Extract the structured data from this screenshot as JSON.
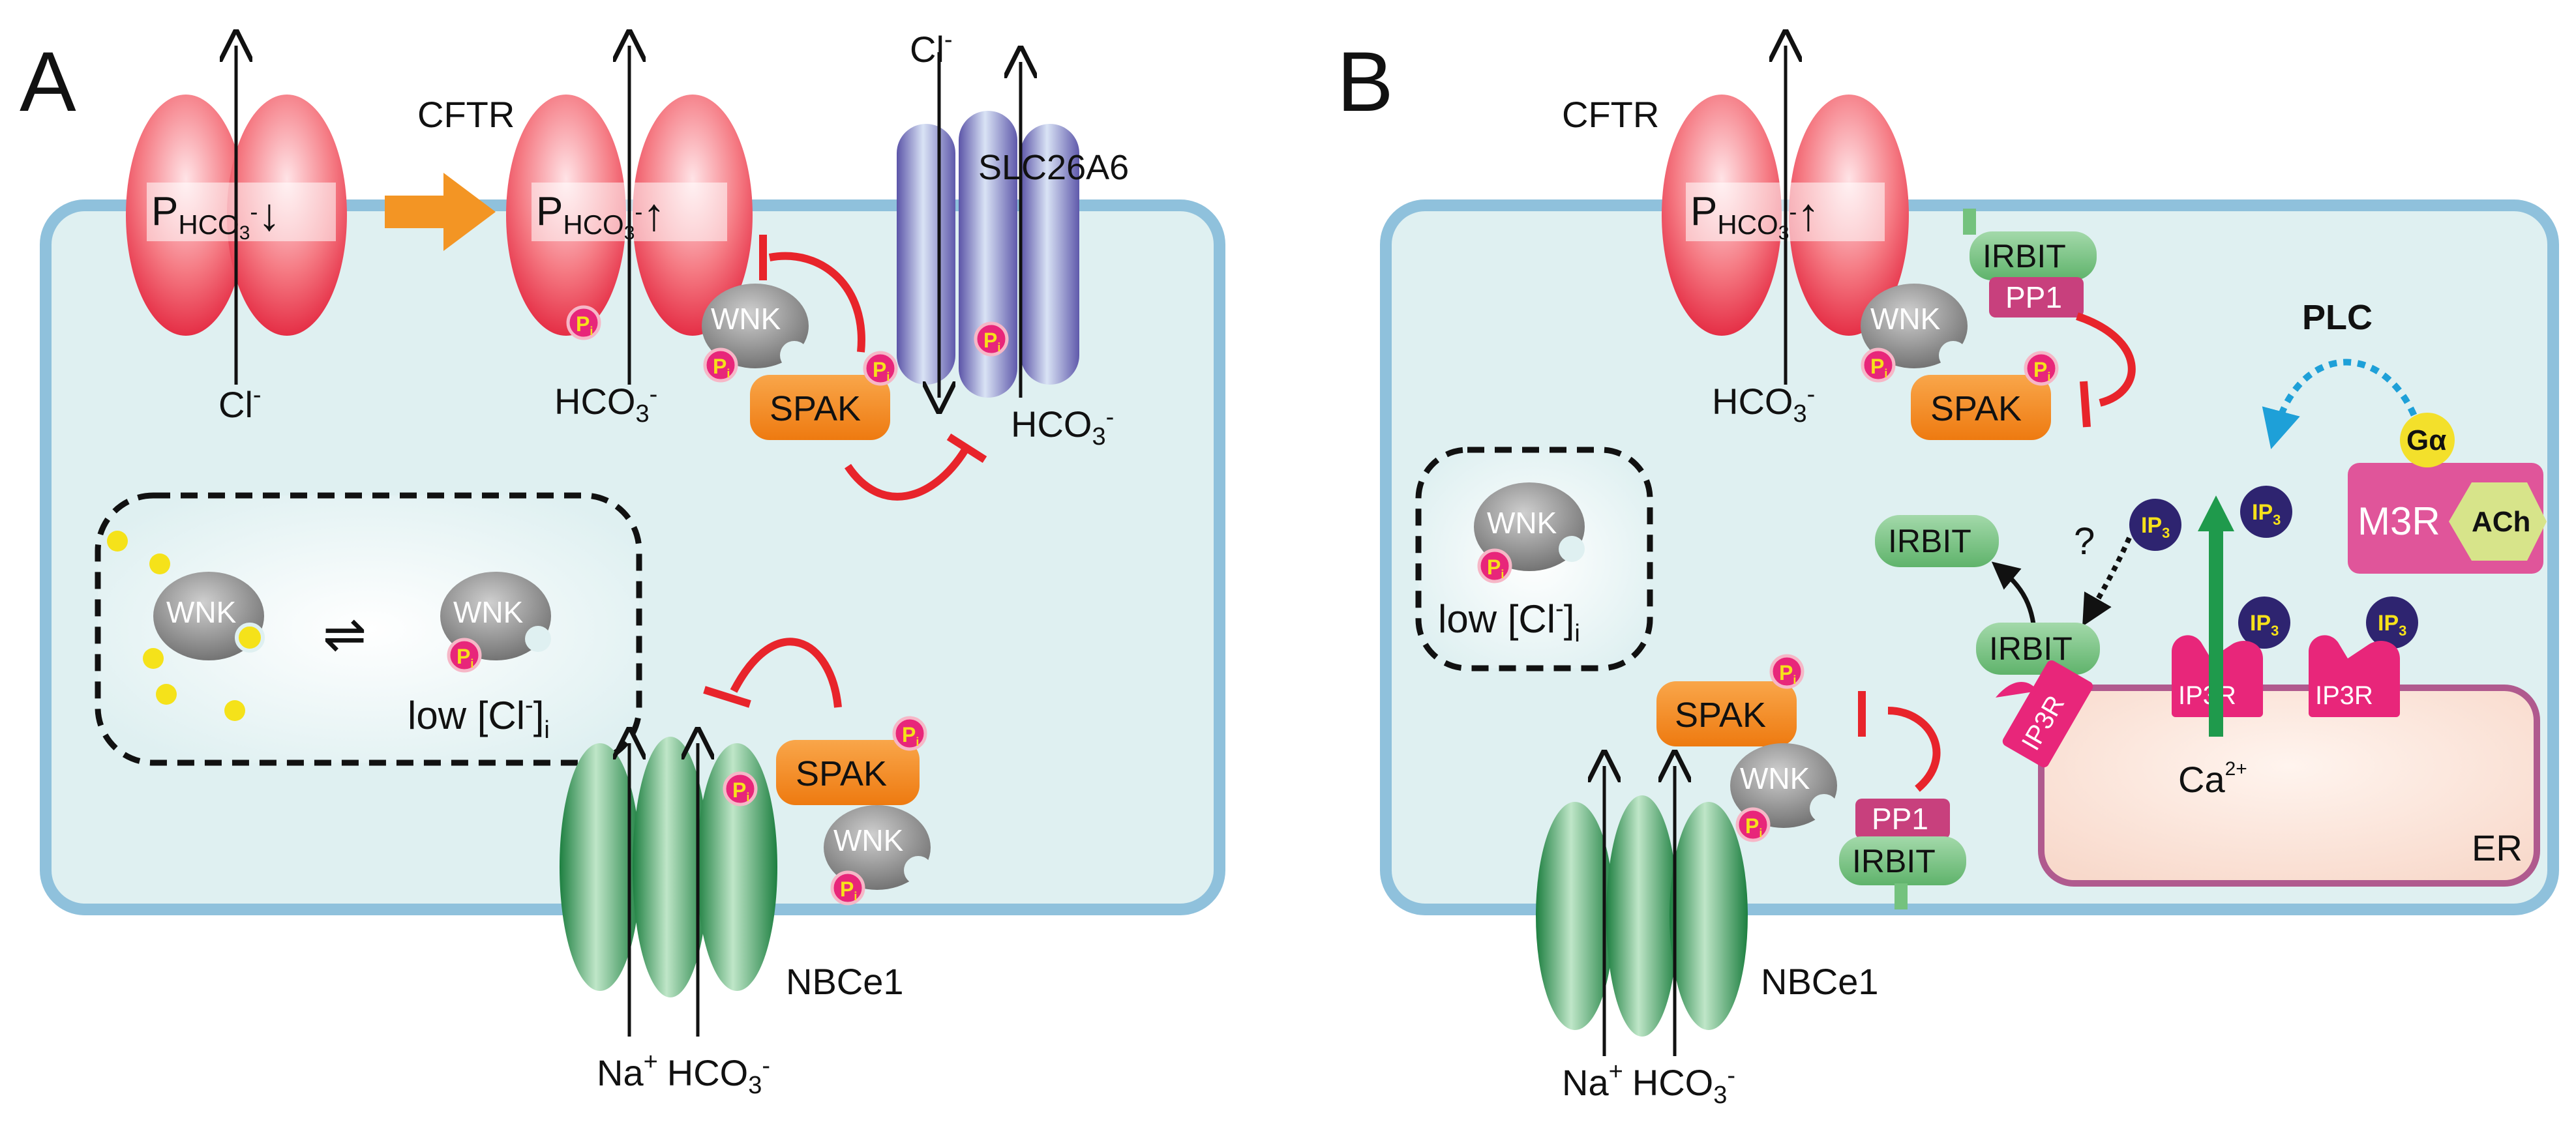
{
  "panels": [
    {
      "letter": "A",
      "cftr_left": {
        "p_label": "P",
        "p_sub": "HCO",
        "p_sub2": "3",
        "p_sup": "-",
        "arrow": "↓",
        "ion": "Cl",
        "ion_sup": "-"
      },
      "cftr_right": {
        "name": "CFTR",
        "p_label": "P",
        "p_sub": "HCO",
        "p_sub2": "3",
        "p_sup": "-",
        "arrow": "↑",
        "ion_main": "HCO",
        "ion_sub": "3",
        "ion_sup": "-"
      },
      "slc": {
        "name": "SLC26A6",
        "ion_top": "Cl",
        "ion_top_sup": "-",
        "ion_bottom": "HCO",
        "ion_bottom_sub": "3",
        "ion_bottom_sup": "-"
      },
      "wnk": "WNK",
      "spak": "SPAK",
      "low_cl": {
        "main": "low [Cl",
        "sup": "-",
        "end": "]",
        "sub": "i"
      },
      "equilibrium": "⇌",
      "nbce1": {
        "name": "NBCe1",
        "na": "Na",
        "na_sup": "+",
        "hco": "HCO",
        "hco_sub": "3",
        "hco_sup": "-"
      },
      "pi": {
        "main": "P",
        "sub": "i"
      }
    },
    {
      "letter": "B",
      "cftr": {
        "name": "CFTR",
        "p_label": "P",
        "p_sub": "HCO",
        "p_sub2": "3",
        "p_sup": "-",
        "arrow": "↑",
        "ion_main": "HCO",
        "ion_sub": "3",
        "ion_sup": "-"
      },
      "irbit": "IRBIT",
      "pp1": "PP1",
      "wnk": "WNK",
      "spak": "SPAK",
      "plc": "PLC",
      "g_alpha": "Gα",
      "m3r": "M3R",
      "ach": "ACh",
      "ip3": {
        "main": "IP",
        "sub": "3"
      },
      "question": "?",
      "ip3r": "IP3R",
      "ca": {
        "main": "Ca",
        "sup": "2+"
      },
      "er": "ER",
      "low_cl": {
        "main": "low [Cl",
        "sup": "-",
        "end": "]",
        "sub": "i"
      },
      "nbce1": {
        "name": "NBCe1",
        "na": "Na",
        "na_sup": "+",
        "hco": "HCO",
        "hco_sub": "3",
        "hco_sup": "-"
      },
      "pi": {
        "main": "P",
        "sub": "i"
      }
    }
  ],
  "colors": {
    "cell_fill": "#dff0f1",
    "cell_border": "#8fc1dc",
    "cftr": "#f0606a",
    "slc": "#7d78c0",
    "nbce1": "#35a25c",
    "wnk": "#8a8a8a",
    "spak": "#f28a1a",
    "inhibit": "#e8242b",
    "irbit": "#74c27e",
    "pp1": "#c8407d",
    "ip3r": "#e8267a",
    "ip3": "#2e2470",
    "ip3_text": "#f6e11a",
    "m3r": "#e0559a",
    "ach": "#d7e48a",
    "g_alpha": "#f3e02b",
    "plc_arrow": "#1ea0d8",
    "green_arrow": "#1f9a4c",
    "er_fill": "#fbe6dc",
    "er_border": "#b05a8e",
    "flow_arrow": "#f39524"
  }
}
